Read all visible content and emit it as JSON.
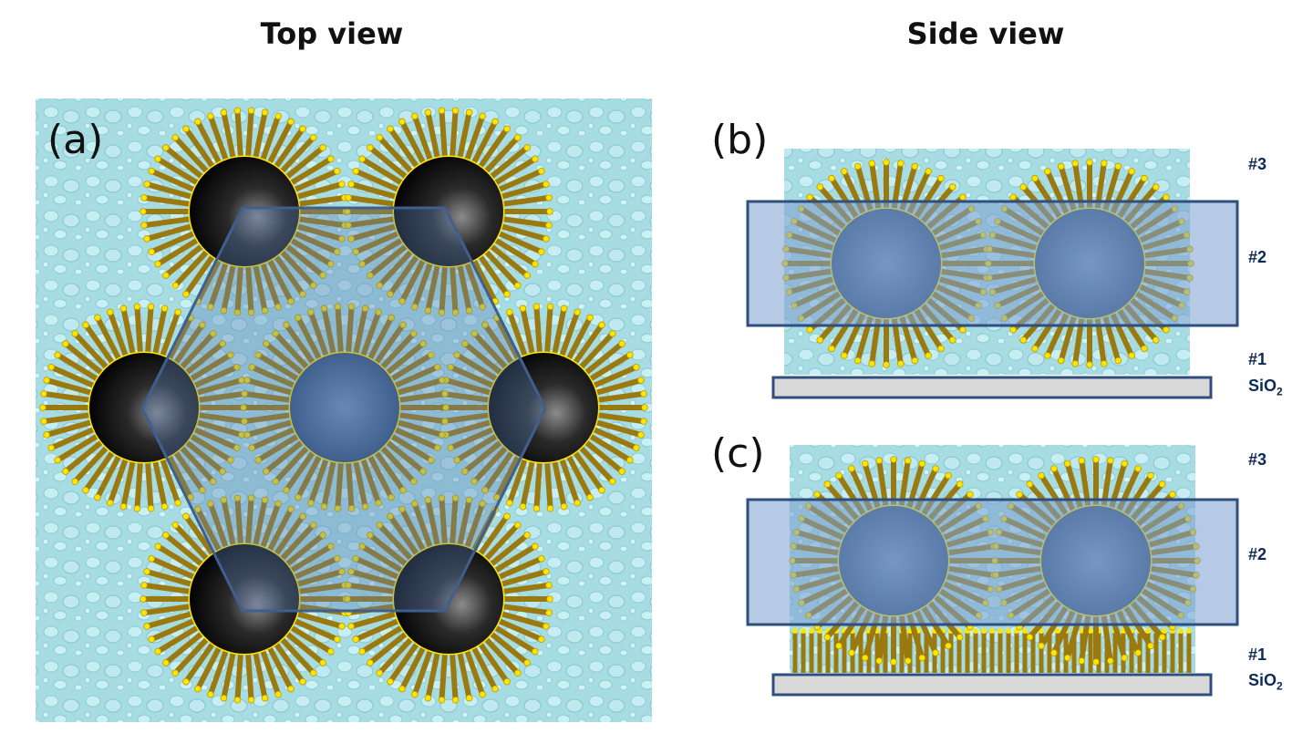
{
  "headings": {
    "top_view": "Top view",
    "side_view": "Side view"
  },
  "panels": {
    "a": "(a)",
    "b": "(b)",
    "c": "(c)"
  },
  "layers": {
    "l3": "#3",
    "l2": "#2",
    "l1": "#1",
    "substrate_main": "SiO",
    "substrate_sub": "2"
  },
  "colors": {
    "water_bg": "#a9dde3",
    "core_dark": "#0b0b0b",
    "core_blue": "#3f6187",
    "ligand_gold": "#9a7a10",
    "ligand_head": "#ffe600",
    "layer_box": "#7c9ed0",
    "layer_border": "#2f4f7f",
    "substrate": "#d9d9d9",
    "label_navy": "#0d2a55"
  }
}
